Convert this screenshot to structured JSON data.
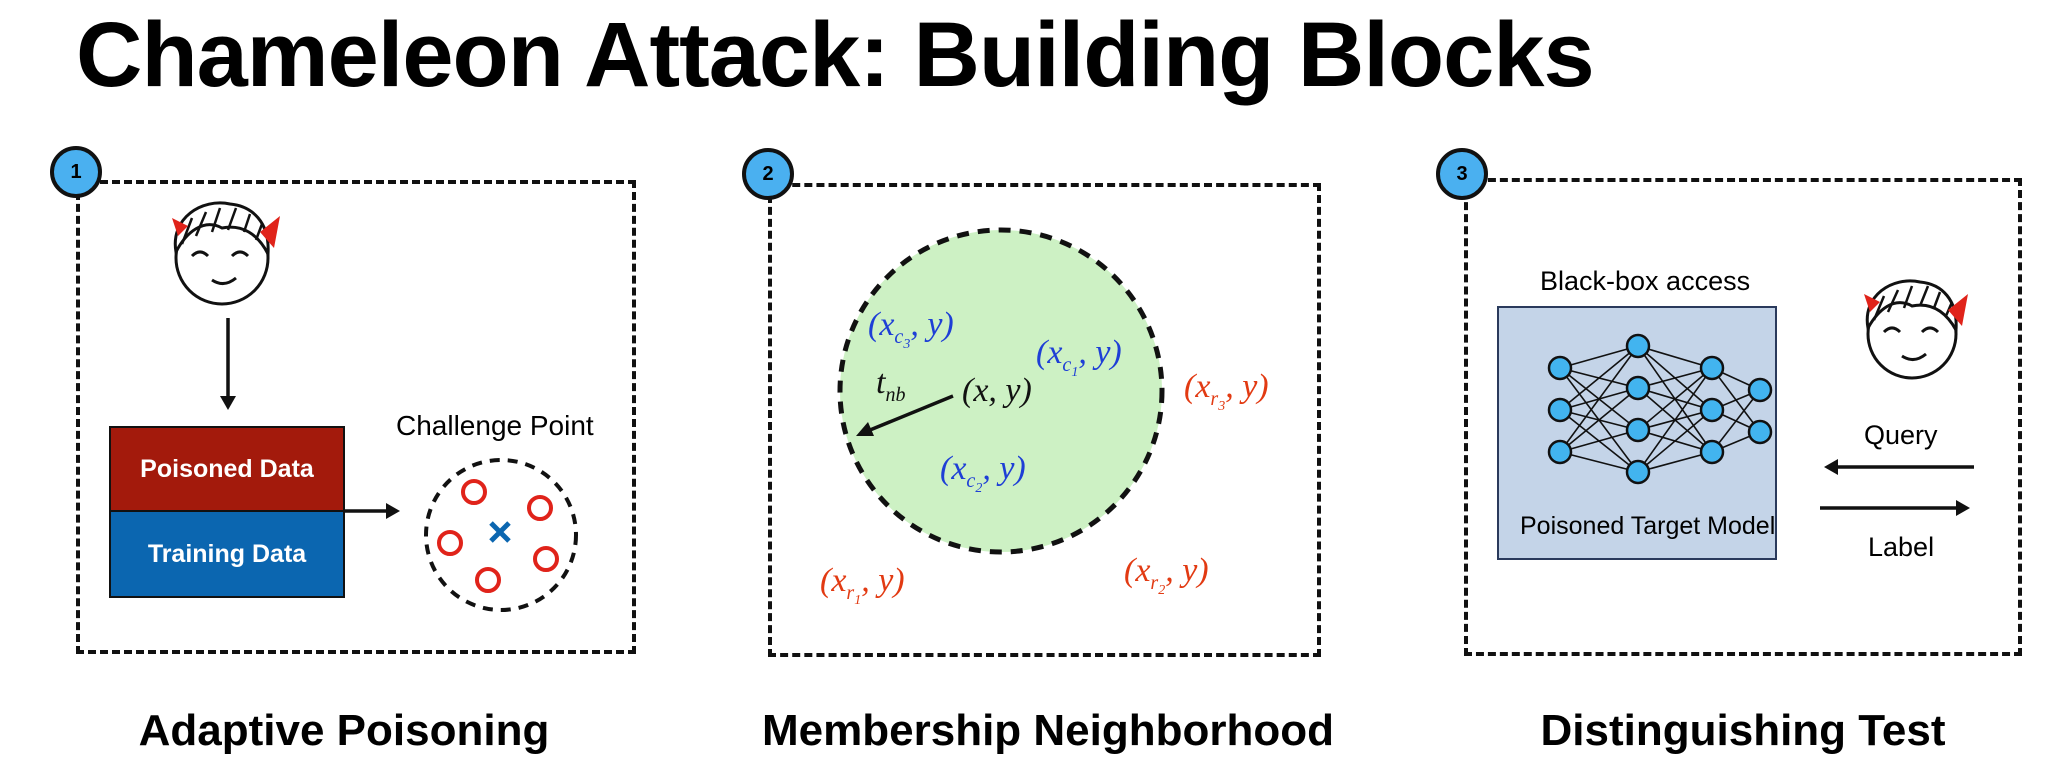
{
  "title": "Chameleon Attack: Building Blocks",
  "panels": [
    {
      "number": "1",
      "caption": "Adaptive Poisoning",
      "challenge_label": "Challenge Point",
      "poisoned_label": "Poisoned Data",
      "training_label": "Training Data"
    },
    {
      "number": "2",
      "caption": "Membership Neighborhood"
    },
    {
      "number": "3",
      "caption": "Distinguishing Test",
      "access_label": "Black-box access",
      "model_label": "Poisoned Target Model",
      "query_label": "Query",
      "label_label": "Label"
    }
  ],
  "colors": {
    "badge": "#4ab0f0",
    "poisoned": "#a31a0c",
    "training": "#0b66b0",
    "neighborhood_fill": "#cdf1c4",
    "model_fill": "#c4d4e8",
    "blue_text": "#1e3fd6",
    "red_text": "#e23a12",
    "node": "#42b4ef"
  },
  "icons": [
    "devil-face-icon",
    "neural-network-icon"
  ]
}
